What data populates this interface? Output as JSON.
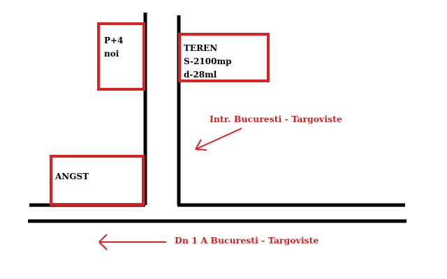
{
  "colors": {
    "ink": "#000000",
    "red": "#dd1f26",
    "label_red": "#cc2222",
    "background": "#ffffff"
  },
  "labels": {
    "building_line1": "P+4",
    "building_line2": "noi",
    "lot_line1": "TEREN",
    "lot_line2": "S-2100mp",
    "lot_line3": "d-28ml",
    "angst": "ANGST",
    "side_road": "Intr. Bucuresti - Targoviste",
    "main_road": "Dn 1 A  Bucuresti - Targoviste"
  }
}
